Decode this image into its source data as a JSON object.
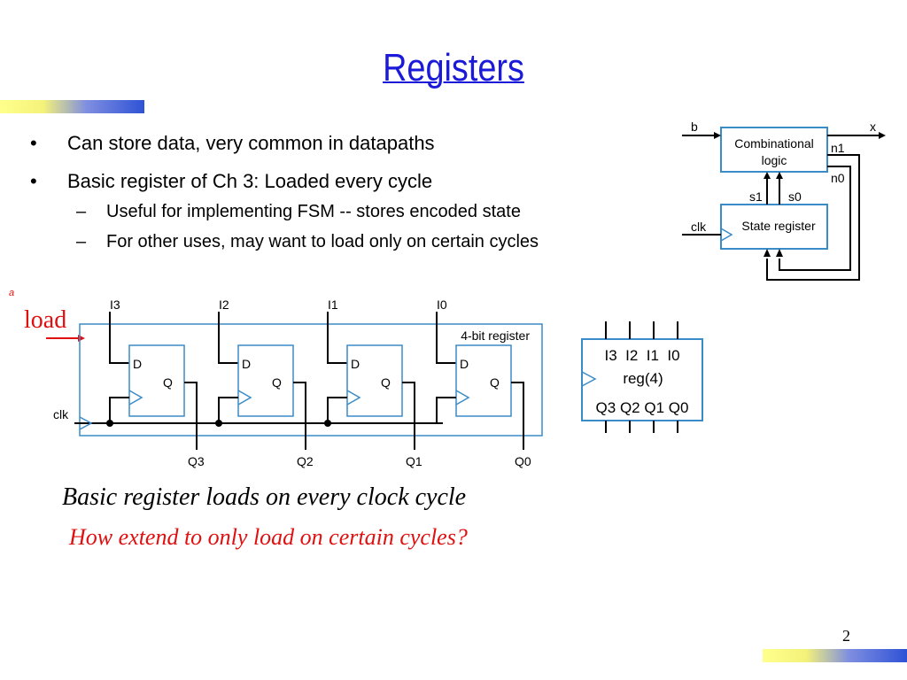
{
  "slide": {
    "title": "Registers",
    "page_number": "2",
    "accent_colors": [
      "#ffff8c",
      "#2f52d6"
    ],
    "title_color": "#1a1ad8"
  },
  "bullets": [
    {
      "level": 1,
      "marker": "•",
      "text": "Can store data, very common in datapaths"
    },
    {
      "level": 1,
      "marker": "•",
      "text": "Basic register of Ch 3: Loaded every cycle"
    },
    {
      "level": 2,
      "marker": "–",
      "text": "Useful for implementing FSM -- stores encoded state"
    },
    {
      "level": 2,
      "marker": "–",
      "text": "For other uses, may want to load only on certain cycles"
    }
  ],
  "fsm_diagram": {
    "combinational_label_1": "Combinational",
    "combinational_label_2": "logic",
    "state_register_label": "State register",
    "input_b": "b",
    "output_x": "x",
    "clk": "clk",
    "s1": "s1",
    "s0": "s0",
    "n1": "n1",
    "n0": "n0"
  },
  "register_diagram": {
    "load_label": "load",
    "stray_mark": "a",
    "box_label": "4-bit register",
    "clk": "clk",
    "flipflops": [
      {
        "input": "I3",
        "d": "D",
        "q": "Q",
        "output": "Q3"
      },
      {
        "input": "I2",
        "d": "D",
        "q": "Q",
        "output": "Q2"
      },
      {
        "input": "I1",
        "d": "D",
        "q": "Q",
        "output": "Q1"
      },
      {
        "input": "I0",
        "d": "D",
        "q": "Q",
        "output": "Q0"
      }
    ],
    "stroke_color": "#000000",
    "box_color": "#3a8cc8",
    "clock_triangle_color": "#3a8cc8"
  },
  "reg_symbol": {
    "inputs": "I3  I2  I1  I0",
    "name": "reg(4)",
    "outputs": "Q3 Q2 Q1 Q0"
  },
  "captions": {
    "main": "Basic register loads on every clock cycle",
    "question": "How extend to only load on certain cycles?",
    "question_color": "#e01010"
  }
}
